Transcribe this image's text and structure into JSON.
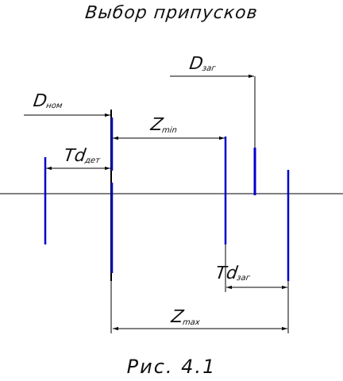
{
  "title": "Выбор припусков",
  "caption": "Рис. 4.1",
  "labels": {
    "d_nom": {
      "main": "D",
      "sub": "ном"
    },
    "td_det": {
      "main": "Td",
      "sub": "дет"
    },
    "z_min": {
      "main": "Z",
      "sub": "min"
    },
    "d_zag": {
      "main": "D",
      "sub": "заг"
    },
    "td_zag": {
      "main": "Td",
      "sub": "заг"
    },
    "z_max": {
      "main": "Z",
      "sub": "max"
    }
  },
  "colors": {
    "line": "#000000",
    "blue": "#0000cc"
  }
}
